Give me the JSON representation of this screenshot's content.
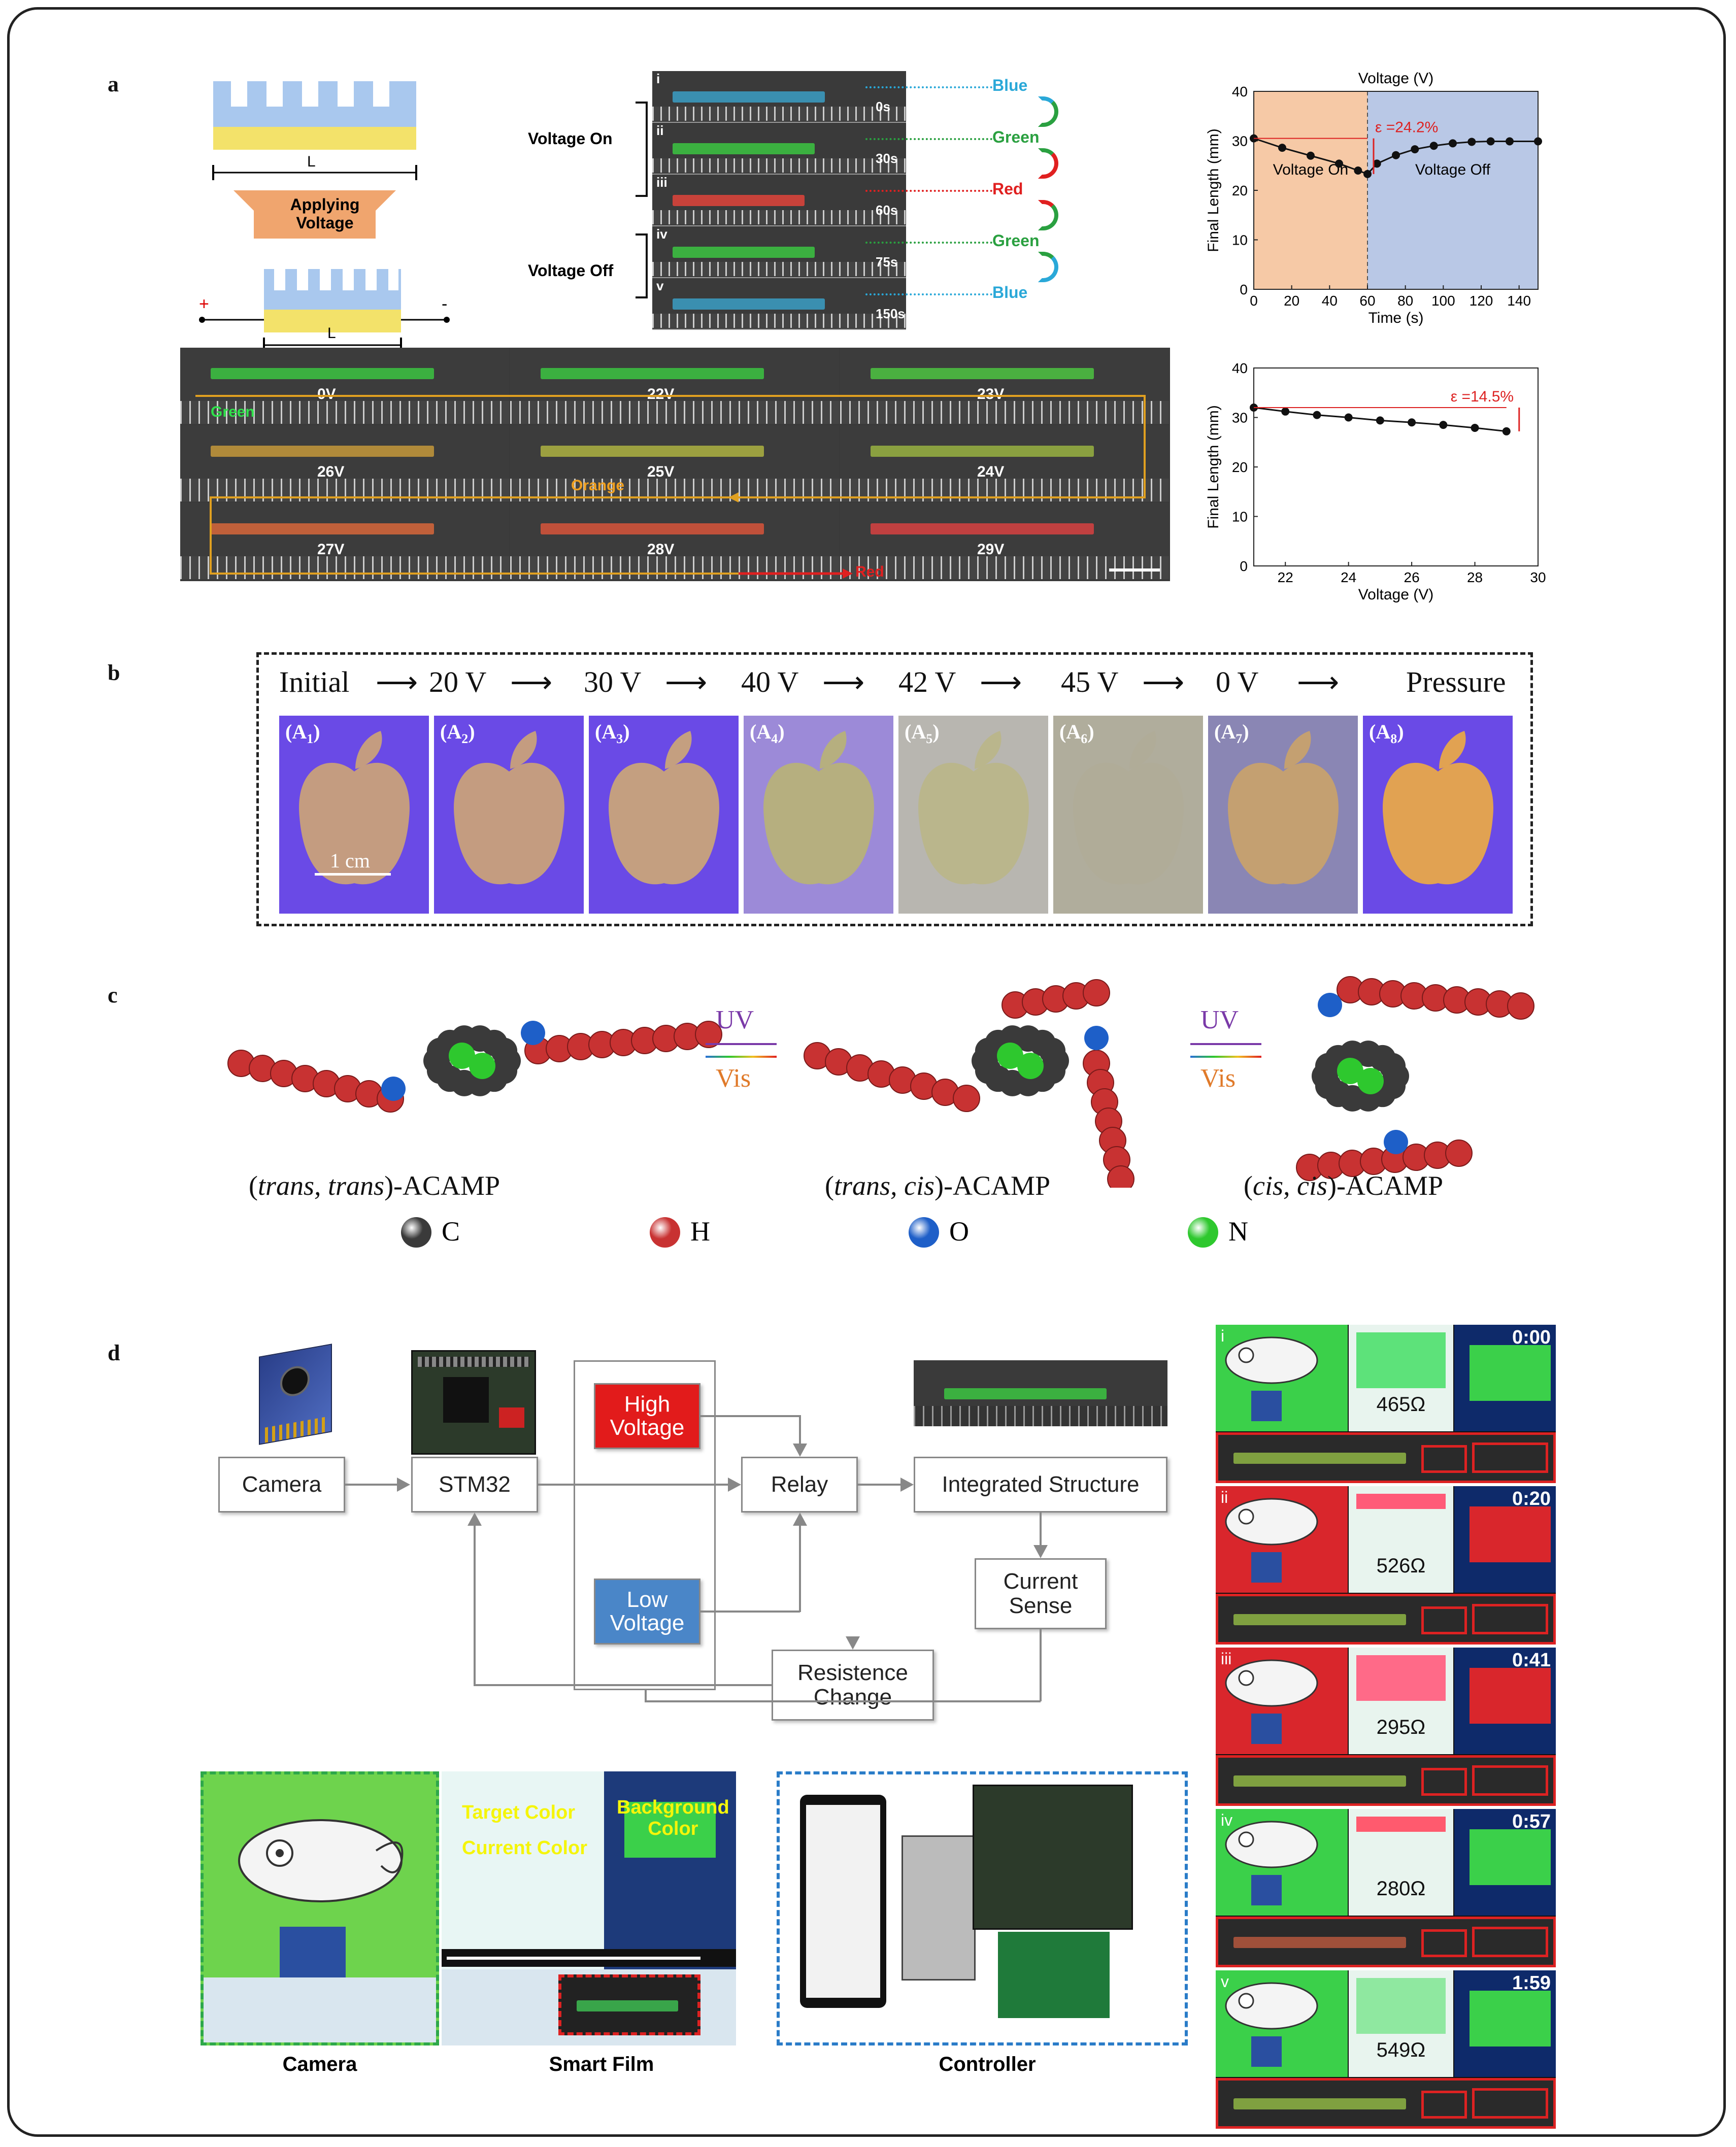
{
  "panels": {
    "a": "a",
    "b": "b",
    "c": "c",
    "d": "d"
  },
  "panel_a": {
    "schematic": {
      "L_top": "L",
      "applying": "Applying",
      "voltage": "Voltage",
      "L_bottom": "L",
      "plus": "+",
      "minus": "-"
    },
    "seq": {
      "voltage_on": "Voltage On",
      "voltage_off": "Voltage Off",
      "romans": [
        "i",
        "ii",
        "iii",
        "iv",
        "v"
      ],
      "times": [
        "0s",
        "30s",
        "60s",
        "75s",
        "150s"
      ],
      "colors": [
        "Blue",
        "Green",
        "Red",
        "Green",
        "Blue"
      ]
    },
    "grid": {
      "volts": [
        "0V",
        "22V",
        "23V",
        "26V",
        "25V",
        "24V",
        "27V",
        "28V",
        "29V"
      ],
      "green": "Green",
      "orange": "Orange",
      "red": "Red"
    }
  },
  "chart_data": [
    {
      "type": "line",
      "title": "Voltage (V)",
      "xlabel": "Time (s)",
      "ylabel": "Final Length (mm)",
      "xlim": [
        0,
        150
      ],
      "ylim": [
        0,
        40
      ],
      "xticks": [
        "0",
        "20",
        "40",
        "60",
        "80",
        "100",
        "120",
        "140"
      ],
      "yticks": [
        "0",
        "10",
        "20",
        "30",
        "40"
      ],
      "regions": [
        {
          "label": "Voltage On",
          "from": 0,
          "to": 60,
          "color": "#f6c9a6"
        },
        {
          "label": "Voltage Off",
          "from": 60,
          "to": 150,
          "color": "#b9c8e6"
        }
      ],
      "annotation": "ε =24.2%",
      "x": [
        0,
        15,
        30,
        45,
        55,
        60,
        65,
        75,
        85,
        95,
        105,
        115,
        125,
        135,
        150
      ],
      "y": [
        30.5,
        28.6,
        27.0,
        25.4,
        24.0,
        23.3,
        25.4,
        27.1,
        28.3,
        29.0,
        29.5,
        29.8,
        29.9,
        29.9,
        29.9
      ]
    },
    {
      "type": "line",
      "xlabel": "Voltage (V)",
      "ylabel": "Final Length (mm)",
      "xlim": [
        21,
        30
      ],
      "ylim": [
        0,
        40
      ],
      "xticks": [
        "22",
        "24",
        "26",
        "28",
        "30"
      ],
      "yticks": [
        "0",
        "10",
        "20",
        "30",
        "40"
      ],
      "annotation": "ε =14.5%",
      "x": [
        21,
        22,
        23,
        24,
        25,
        26,
        27,
        28,
        29
      ],
      "y": [
        32.0,
        31.2,
        30.5,
        30.0,
        29.4,
        29.0,
        28.5,
        27.9,
        27.2
      ]
    }
  ],
  "panel_b": {
    "headers": [
      "Initial",
      "20 V",
      "30 V",
      "40 V",
      "42 V",
      "45 V",
      "0 V",
      "Pressure"
    ],
    "labels": [
      {
        "s": "A",
        "sub": "1"
      },
      {
        "s": "A",
        "sub": "2"
      },
      {
        "s": "A",
        "sub": "3"
      },
      {
        "s": "A",
        "sub": "4"
      },
      {
        "s": "A",
        "sub": "5"
      },
      {
        "s": "A",
        "sub": "6"
      },
      {
        "s": "A",
        "sub": "7"
      },
      {
        "s": "A",
        "sub": "8"
      }
    ],
    "scale": "1 cm"
  },
  "panel_c": {
    "uv": "UV",
    "vis": "Vis",
    "names": [
      {
        "pre": "(",
        "i1": "trans, trans",
        "post": ")-ACAMP"
      },
      {
        "pre": "(",
        "i1": "trans, cis",
        "post": ")-ACAMP"
      },
      {
        "pre": "(",
        "i1": "cis, cis",
        "post": ")-ACAMP"
      }
    ],
    "legend": [
      {
        "label": "C",
        "color": "#3a3a3a"
      },
      {
        "label": "H",
        "color": "#c83232"
      },
      {
        "label": "O",
        "color": "#1e5fc8"
      },
      {
        "label": "N",
        "color": "#2ec82e"
      }
    ]
  },
  "panel_d": {
    "flow": {
      "camera": "Camera",
      "stm32": "STM32",
      "high1": "High",
      "high2": "Voltage",
      "low1": "Low",
      "low2": "Voltage",
      "relay": "Relay",
      "integrated": "Integrated Structure",
      "current1": "Current",
      "current2": "Sense",
      "resistance1": "Resistence",
      "resistance2": "Change"
    },
    "photo": {
      "target": "Target Color",
      "current": "Current Color",
      "background1": "Background",
      "background2": "Color"
    },
    "captions": {
      "camera": "Camera",
      "film": "Smart Film",
      "controller": "Controller"
    },
    "frames": [
      {
        "roman": "i",
        "time": "0:00",
        "ohm": "465Ω",
        "bg": "#3bd04a",
        "swatch": "#5de27a"
      },
      {
        "roman": "ii",
        "time": "0:20",
        "ohm": "526Ω",
        "bg": "#d9262c",
        "swatch": "#ff5a78"
      },
      {
        "roman": "iii",
        "time": "0:41",
        "ohm": "295Ω",
        "bg": "#d9262c",
        "swatch": "#ff6a88"
      },
      {
        "roman": "iv",
        "time": "0:57",
        "ohm": "280Ω",
        "bg": "#3bd04a",
        "swatch": "#ff5a6e"
      },
      {
        "roman": "v",
        "time": "1:59",
        "ohm": "549Ω",
        "bg": "#3bd04a",
        "swatch": "#8fe8a0"
      }
    ]
  }
}
